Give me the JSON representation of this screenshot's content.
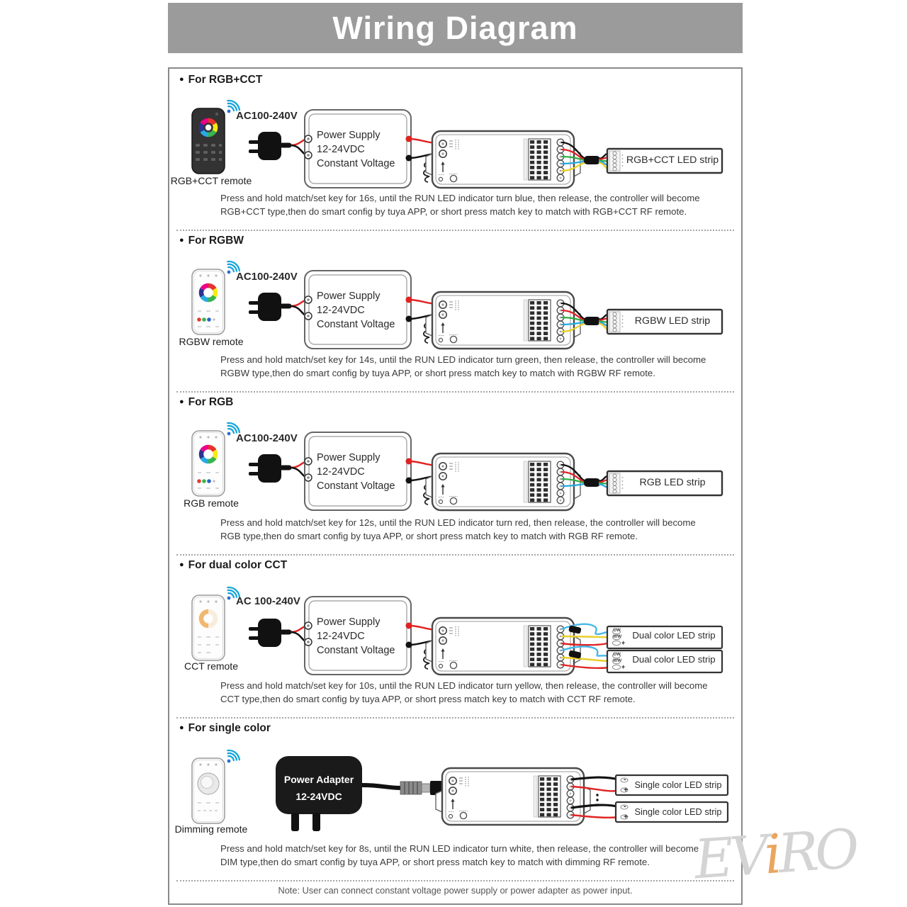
{
  "banner": {
    "title": "Wiring Diagram"
  },
  "ui": {
    "bullet": "●"
  },
  "shared": {
    "power_supply": {
      "l1": "Power Supply",
      "l2": "12-24VDC",
      "l3": "Constant Voltage"
    },
    "power_adapter": {
      "l1": "Power Adapter",
      "l2": "12-24VDC"
    }
  },
  "sections": [
    {
      "title": "For RGB+CCT",
      "remote_label": "RGB+CCT remote",
      "ac_label": "AC100-240V",
      "strips": [
        "RGB+CCT LED strip"
      ],
      "desc_line1": "Press and hold match/set key for 16s, until the RUN LED indicator turn blue, then release, the controller will become",
      "desc_line2": "RGB+CCT type,then do smart config by tuya APP, or short press match key to match with RGB+CCT RF remote."
    },
    {
      "title": "For RGBW",
      "remote_label": "RGBW remote",
      "ac_label": "AC100-240V",
      "strips": [
        "RGBW LED strip"
      ],
      "desc_line1": "Press and hold match/set key for 14s, until the RUN LED indicator turn green, then release, the controller will become",
      "desc_line2": "RGBW type,then do smart config by tuya APP, or short press match key to match with RGBW RF remote."
    },
    {
      "title": "For RGB",
      "remote_label": "RGB remote",
      "ac_label": "AC100-240V",
      "strips": [
        "RGB LED strip"
      ],
      "desc_line1": "Press and hold match/set key for 12s, until the RUN LED indicator turn red, then release, the controller will become",
      "desc_line2": "RGB type,then do smart config by tuya APP, or short press match key to match with RGB RF remote."
    },
    {
      "title": "For dual color CCT",
      "remote_label": "CCT remote",
      "ac_label": "AC 100-240V",
      "strips": [
        "Dual color LED strip",
        "Dual color LED strip"
      ],
      "pads": [
        "CW",
        "WW",
        "+"
      ],
      "desc_line1": "Press and hold match/set key for 10s, until the RUN LED indicator turn yellow, then release, the controller will become",
      "desc_line2": "CCT type,then do smart config by tuya APP, or short press match key to match with CCT RF remote."
    },
    {
      "title": "For single color",
      "remote_label": "Dimming remote",
      "strips": [
        "Single color LED strip",
        "Single color LED strip"
      ],
      "pads": [
        "-",
        "+"
      ],
      "desc_line1": "Press and hold match/set key for 8s, until the RUN LED indicator turn white, then release, the controller will become",
      "desc_line2": "DIM type,then do smart config by tuya APP, or short press match key to match with dimming RF remote."
    }
  ],
  "note": "Note: User can connect constant voltage power supply or power adapter as power input.",
  "watermark": {
    "ev": "EV",
    "i": "i",
    "ro": "RO"
  },
  "colors": {
    "banner_bg": "#9b9b9b",
    "wire_red": "#e02424",
    "wire_black": "#111111",
    "wire_green": "#2fae44",
    "wire_blue": "#28a8e0",
    "wire_yellow": "#e8cf2a",
    "wire_cyan": "#49b8e8",
    "rf_waves": "#19a5da",
    "watermark_gray": "#d4d4d4",
    "watermark_orange": "#e9a65f"
  }
}
